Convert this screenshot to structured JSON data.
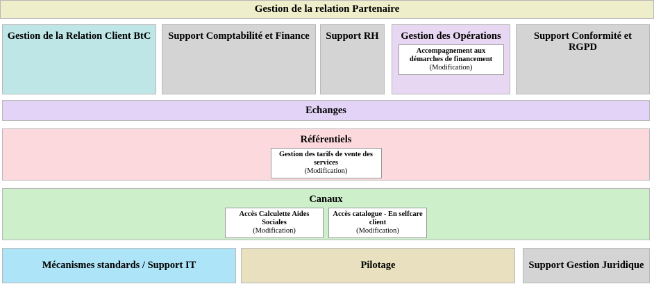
{
  "banner": {
    "title": "Gestion de la relation Partenaire"
  },
  "domains": [
    {
      "name": "Gestion de la Relation Client BtC",
      "color": "#bfe6e6",
      "cards": []
    },
    {
      "name": "Support Comptabilité et Finance",
      "color": "#d4d4d4",
      "cards": []
    },
    {
      "name": "Support RH",
      "color": "#d4d4d4",
      "cards": []
    },
    {
      "name": "Gestion des Opérations",
      "color": "#e7d7f2",
      "cards": [
        {
          "label": "Accompagnement aux démarches de financement",
          "state": "(Modification)"
        }
      ]
    },
    {
      "name": "Support Conformité et RGPD",
      "color": "#d4d4d4",
      "cards": []
    }
  ],
  "bands": [
    {
      "name": "Echanges",
      "color": "#e3d4f7",
      "cards": []
    },
    {
      "name": "Référentiels",
      "color": "#fcd9dd",
      "cards": [
        {
          "label": "Gestion des tarifs de vente des services",
          "state": "(Modification)"
        }
      ]
    },
    {
      "name": "Canaux",
      "color": "#cdf0cb",
      "cards": [
        {
          "label": "Accès Calculette Aides Sociales",
          "state": "(Modification)"
        },
        {
          "label": "Accès catalogue - En selfcare client",
          "state": "(Modification)"
        }
      ]
    }
  ],
  "footer": [
    {
      "name": "Mécanismes standards / Support IT",
      "color": "#ade4f7"
    },
    {
      "name": "Pilotage",
      "color": "#e8e0be"
    },
    {
      "name": "Support Gestion Juridique",
      "color": "#d4d4d4"
    }
  ]
}
